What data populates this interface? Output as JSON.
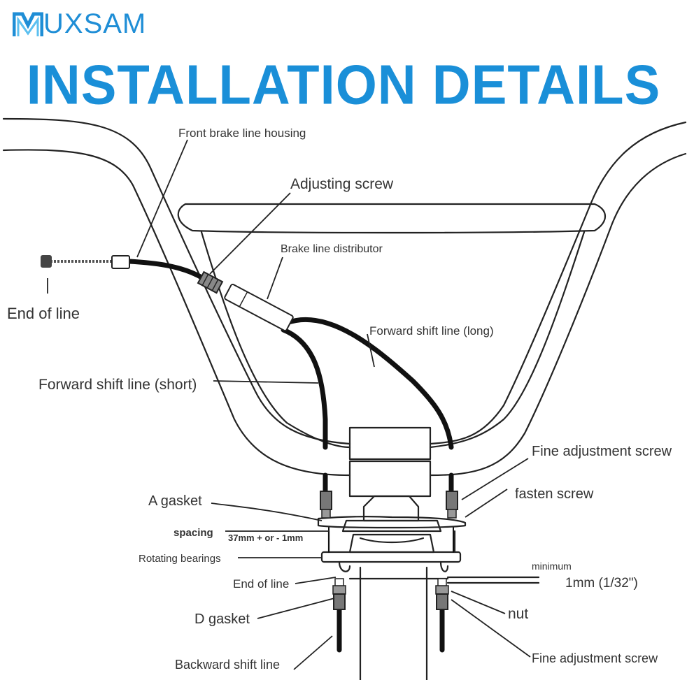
{
  "brand": {
    "name": "UXSAM",
    "color": "#1f8ed6"
  },
  "title": "INSTALLATION DETAILS",
  "labels": {
    "front_brake_line_housing": "Front brake line housing",
    "adjusting_screw": "Adjusting screw",
    "brake_line_distributor": "Brake line distributor",
    "end_of_line_top": "End of line",
    "forward_shift_line_long": "Forward shift line (long)",
    "forward_shift_line_short": "Forward shift line (short)",
    "fine_adjustment_screw_top": "Fine adjustment screw",
    "fasten_screw": "fasten screw",
    "a_gasket": "A gasket",
    "spacing": "spacing",
    "spacing_value": "37mm + or - 1mm",
    "rotating_bearings": "Rotating bearings",
    "minimum": "minimum",
    "minimum_value": "1mm (1/32\")",
    "end_of_line_bottom": "End of line",
    "d_gasket": "D gasket",
    "nut": "nut",
    "backward_shift_line": "Backward shift line",
    "fine_adjustment_screw_bottom": "Fine adjustment screw"
  }
}
